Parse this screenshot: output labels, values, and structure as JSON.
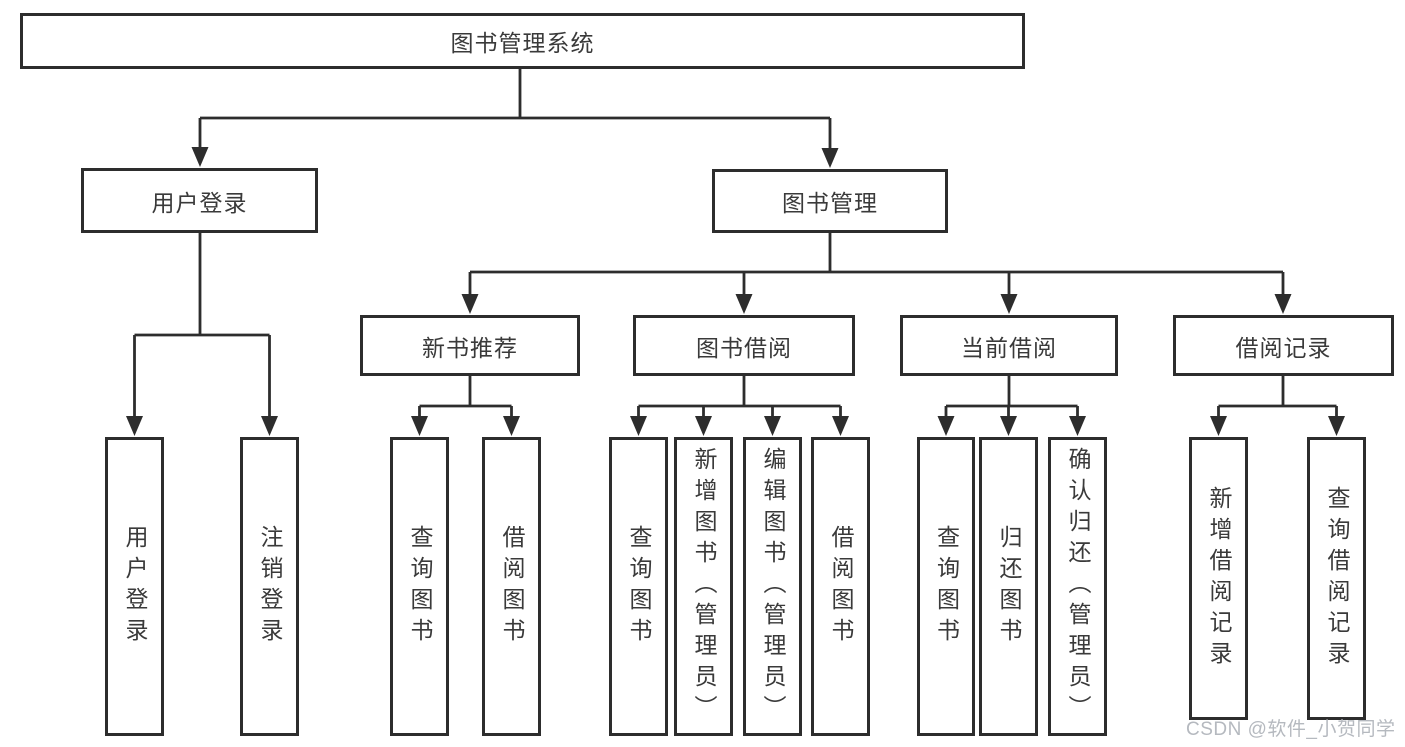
{
  "diagram": {
    "title": "图书管理系统",
    "colors": {
      "line": "#2d2d2d",
      "text": "#3a3a3a",
      "background": "#ffffff"
    },
    "watermark": {
      "text": "CSDN @软件_小贺同学",
      "color": "#b5b9bf"
    },
    "nodes": [
      {
        "id": "root",
        "label": "图书管理系统",
        "parent": null
      },
      {
        "id": "user-login-group",
        "label": "用户登录",
        "parent": "root"
      },
      {
        "id": "book-management",
        "label": "图书管理",
        "parent": "root"
      },
      {
        "id": "new-book-recommend",
        "label": "新书推荐",
        "parent": "book-management"
      },
      {
        "id": "book-borrowing",
        "label": "图书借阅",
        "parent": "book-management"
      },
      {
        "id": "current-borrowing",
        "label": "当前借阅",
        "parent": "book-management"
      },
      {
        "id": "borrowing-records",
        "label": "借阅记录",
        "parent": "book-management"
      },
      {
        "id": "user-login",
        "label": "用户登录",
        "parent": "user-login-group"
      },
      {
        "id": "logout",
        "label": "注销登录",
        "parent": "user-login-group"
      },
      {
        "id": "query-books-recommend",
        "label": "查询图书",
        "parent": "new-book-recommend"
      },
      {
        "id": "borrow-books-recommend",
        "label": "借阅图书",
        "parent": "new-book-recommend"
      },
      {
        "id": "query-books-borrowing",
        "label": "查询图书",
        "parent": "book-borrowing"
      },
      {
        "id": "add-books-admin",
        "label": "新增图书（管理员）",
        "parent": "book-borrowing"
      },
      {
        "id": "edit-books-admin",
        "label": "编辑图书（管理员）",
        "parent": "book-borrowing"
      },
      {
        "id": "borrow-books-borrowing",
        "label": "借阅图书",
        "parent": "book-borrowing"
      },
      {
        "id": "query-books-current",
        "label": "查询图书",
        "parent": "current-borrowing"
      },
      {
        "id": "return-books",
        "label": "归还图书",
        "parent": "current-borrowing"
      },
      {
        "id": "confirm-return-admin",
        "label": "确认归还（管理员）",
        "parent": "current-borrowing"
      },
      {
        "id": "add-borrow-record",
        "label": "新增借阅记录",
        "parent": "borrowing-records"
      },
      {
        "id": "query-borrow-record",
        "label": "查询借阅记录",
        "parent": "borrowing-records"
      }
    ]
  }
}
